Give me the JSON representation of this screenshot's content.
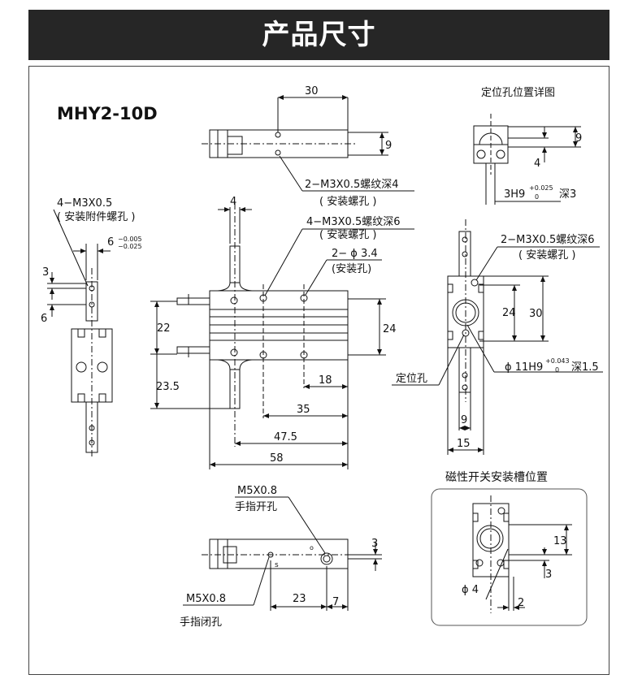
{
  "header": {
    "title": "产品尺寸"
  },
  "model": "MHY2-10D",
  "views": {
    "top": {
      "dim_30": "30",
      "dim_9": "9",
      "note_thread": "2−M3X0.5螺纹深4",
      "note_thread_sub": "( 安装螺孔 )"
    },
    "detail": {
      "title": "定位孔位置详图",
      "dim_9": "9",
      "dim_4": "4",
      "tolerance_main": "3H9",
      "tolerance_upper": "+0.025",
      "tolerance_lower": "0",
      "depth": "深3"
    },
    "left": {
      "note_thread": "4−M3X0.5",
      "note_thread_sub": "( 安装附件螺孔 )",
      "dim_6": "6",
      "dim_6_upper": "−0.005",
      "dim_6_lower": "−0.025",
      "dim_3": "3",
      "dim_6b": "6"
    },
    "front": {
      "dim_4": "4",
      "note_thread": "4−M3X0.5螺纹深6",
      "note_thread_sub": "( 安装螺孔 )",
      "note_hole": "2− ϕ 3.4",
      "note_hole_sub": "(安装孔)",
      "dim_22": "22",
      "dim_24": "24",
      "dim_23_5": "23.5",
      "dim_18": "18",
      "dim_35": "35",
      "dim_47_5": "47.5",
      "dim_58": "58"
    },
    "side": {
      "note_thread": "2−M3X0.5螺纹深6",
      "note_thread_sub": "( 安装螺孔 )",
      "dim_24": "24",
      "dim_30": "30",
      "locating": "定位孔",
      "bore": "ϕ 11H9",
      "bore_upper": "+0.043",
      "bore_lower": "0",
      "bore_depth": "深1.5",
      "dim_9": "9",
      "dim_15": "15"
    },
    "bottom": {
      "port_open": "M5X0.8",
      "port_open_sub": "手指开孔",
      "port_close": "M5X0.8",
      "port_close_sub": "手指闭孔",
      "dim_3": "3",
      "dim_23": "23",
      "dim_7": "7",
      "mark_o": "o",
      "mark_s": "s"
    },
    "switch": {
      "title": "磁性开关安装槽位置",
      "dim_13": "13",
      "dim_3": "3",
      "dim_phi4": "ϕ 4",
      "dim_2": "2"
    }
  }
}
